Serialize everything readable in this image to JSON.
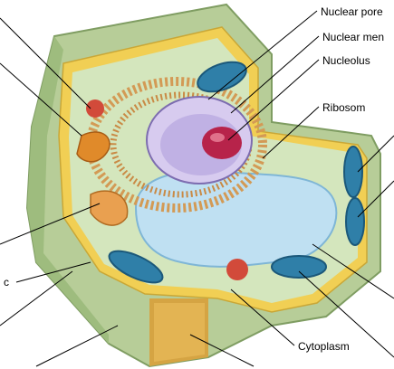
{
  "labels": {
    "nuclear_pore": "Nuclear pore",
    "nuclear_membrane": "Nuclear men",
    "nucleolus": "Nucleolus",
    "ribosome": "Ribosom",
    "cytoplasm": "Cytoplasm",
    "left_c": "c"
  },
  "colors": {
    "cell_wall": "#a9c28a",
    "cell_wall_dark": "#8fae6f",
    "membrane_yellow": "#e8c64a",
    "cytoplasm": "#cfe3b6",
    "vacuole": "#bfe0f2",
    "nucleus": "#c9b7e6",
    "nucleolus": "#b7234a",
    "chloroplast": "#2f7fa8",
    "er": "#d6a86b",
    "golgi": "#e08a2a",
    "mito": "#d85a3a"
  }
}
